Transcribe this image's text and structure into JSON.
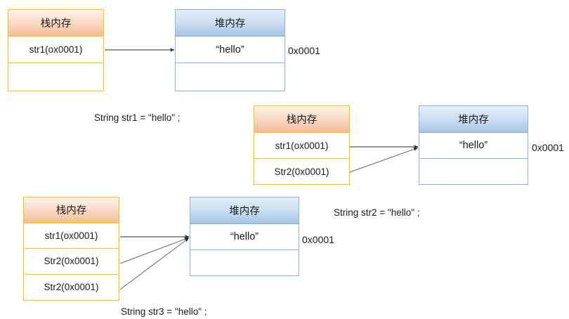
{
  "diagram": {
    "type": "java-string-pool-memory-diagram",
    "labels": {
      "stack_header": "栈内存",
      "heap_header": "堆内存",
      "heap_value": "“hello”",
      "heap_address": "0x0001"
    },
    "colors": {
      "stack_border": "#ffc000",
      "stack_header_top": "#fdf3ed",
      "stack_header_bottom": "#f3bd98",
      "heap_border": "#8cb4dd",
      "heap_header_top": "#e4eefa",
      "heap_header_bottom": "#a6c6e7",
      "arrow": "#404040",
      "text": "#1a1a1a",
      "background": "#ffffff"
    },
    "groups": [
      {
        "id": "group-1",
        "caption": "String str1 = \"hello\" ;",
        "stack": {
          "header": "栈内存",
          "rows": [
            "str1(ox0001)",
            ""
          ]
        },
        "heap": {
          "header": "堆内存",
          "rows": [
            "“hello”",
            ""
          ],
          "address": "0x0001"
        },
        "arrows": 1
      },
      {
        "id": "group-2",
        "caption": "String str2 = \"hello\" ;",
        "stack": {
          "header": "栈内存",
          "rows": [
            "str1(ox0001)",
            "Str2(0x0001)"
          ]
        },
        "heap": {
          "header": "堆内存",
          "rows": [
            "“hello”",
            ""
          ],
          "address": "0x0001"
        },
        "arrows": 2
      },
      {
        "id": "group-3",
        "caption": "String str3 = \"hello\" ;",
        "stack": {
          "header": "栈内存",
          "rows": [
            "str1(ox0001)",
            "Str2(0x0001)",
            "Str2(0x0001)"
          ]
        },
        "heap": {
          "header": "堆内存",
          "rows": [
            "“hello”",
            ""
          ],
          "address": "0x0001"
        },
        "arrows": 3
      }
    ]
  }
}
